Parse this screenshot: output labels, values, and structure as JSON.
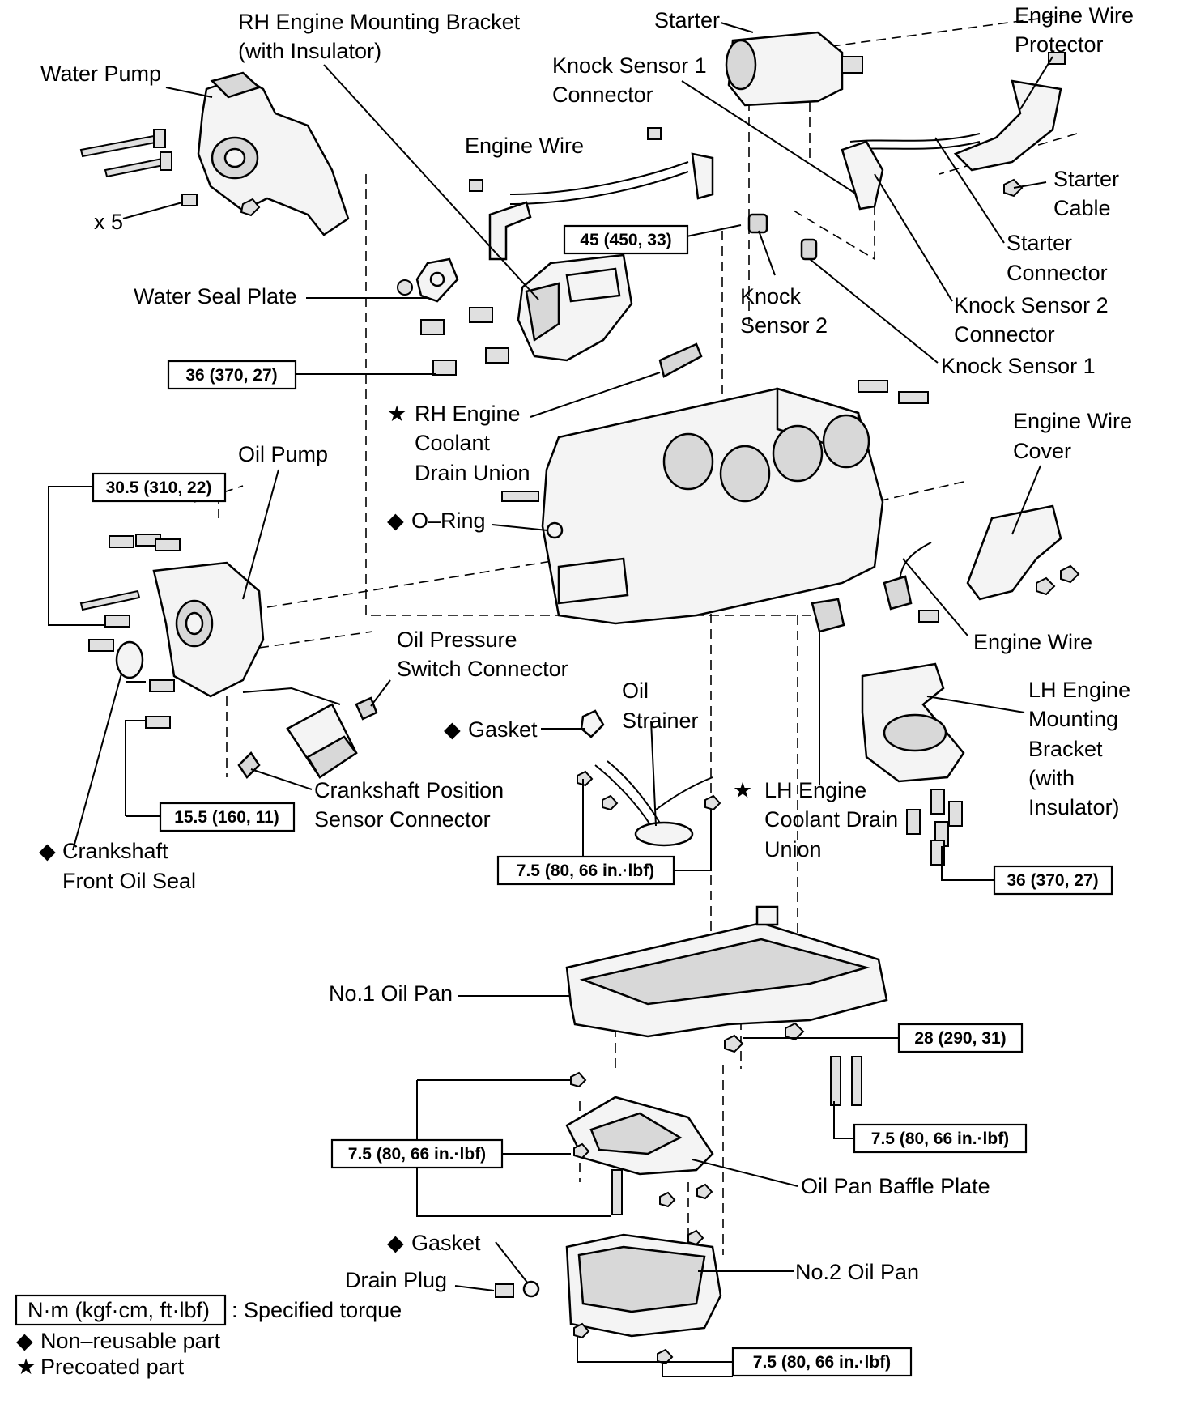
{
  "labels": {
    "water_pump": "Water Pump",
    "rh_bracket_1": "RH Engine Mounting Bracket",
    "rh_bracket_2": "(with Insulator)",
    "starter": "Starter",
    "engine_wire_protector_1": "Engine Wire",
    "engine_wire_protector_2": "Protector",
    "knock_sensor_1_connector_1": "Knock Sensor 1",
    "knock_sensor_1_connector_2": "Connector",
    "engine_wire_top": "Engine Wire",
    "x5": "x 5",
    "starter_cable_1": "Starter",
    "starter_cable_2": "Cable",
    "starter_connector_1": "Starter",
    "starter_connector_2": "Connector",
    "water_seal_plate": "Water Seal Plate",
    "knock_sensor_2_1": "Knock",
    "knock_sensor_2_2": "Sensor 2",
    "knock_sensor_2_connector_1": "Knock Sensor 2",
    "knock_sensor_2_connector_2": "Connector",
    "knock_sensor_1": "Knock Sensor 1",
    "rh_coolant_1": "RH Engine",
    "rh_coolant_2": "Coolant",
    "rh_coolant_3": "Drain Union",
    "engine_wire_cover_1": "Engine Wire",
    "engine_wire_cover_2": "Cover",
    "oil_pump": "Oil Pump",
    "o_ring": "O–Ring",
    "engine_wire_right": "Engine Wire",
    "oil_pressure_1": "Oil Pressure",
    "oil_pressure_2": "Switch Connector",
    "oil_strainer_1": "Oil",
    "oil_strainer_2": "Strainer",
    "gasket_strainer": "Gasket",
    "lh_bracket_1": "LH Engine",
    "lh_bracket_2": "Mounting",
    "lh_bracket_3": "Bracket",
    "lh_bracket_4": "(with",
    "lh_bracket_5": "Insulator)",
    "crank_pos_1": "Crankshaft Position",
    "crank_pos_2": "Sensor Connector",
    "lh_coolant_1": "LH Engine",
    "lh_coolant_2": "Coolant Drain",
    "lh_coolant_3": "Union",
    "crank_seal_1": "Crankshaft",
    "crank_seal_2": "Front Oil Seal",
    "no1_oil_pan": "No.1 Oil Pan",
    "baffle_plate": "Oil Pan Baffle Plate",
    "gasket_pan": "Gasket",
    "drain_plug": "Drain Plug",
    "no2_oil_pan": "No.2 Oil Pan"
  },
  "symbols": {
    "non_reusable": "◆",
    "precoated": "★"
  },
  "torques": {
    "t45": "45 (450, 33)",
    "t36_top": "36 (370, 27)",
    "t30_5": "30.5 (310, 22)",
    "t15_5": "15.5 (160, 11)",
    "t7_5_strainer": "7.5 (80, 66 in.·lbf)",
    "t36_lh": "36 (370, 27)",
    "t28": "28 (290, 31)",
    "t7_5_right": "7.5 (80, 66 in.·lbf)",
    "t7_5_baffle": "7.5 (80, 66 in.·lbf)",
    "t7_5_bottom": "7.5 (80, 66 in.·lbf)"
  },
  "legend": {
    "unit_box": "N·m (kgf·cm, ft·lbf)",
    "unit_desc": ": Specified torque",
    "non_reusable": "Non–reusable part",
    "precoated": "Precoated part"
  }
}
